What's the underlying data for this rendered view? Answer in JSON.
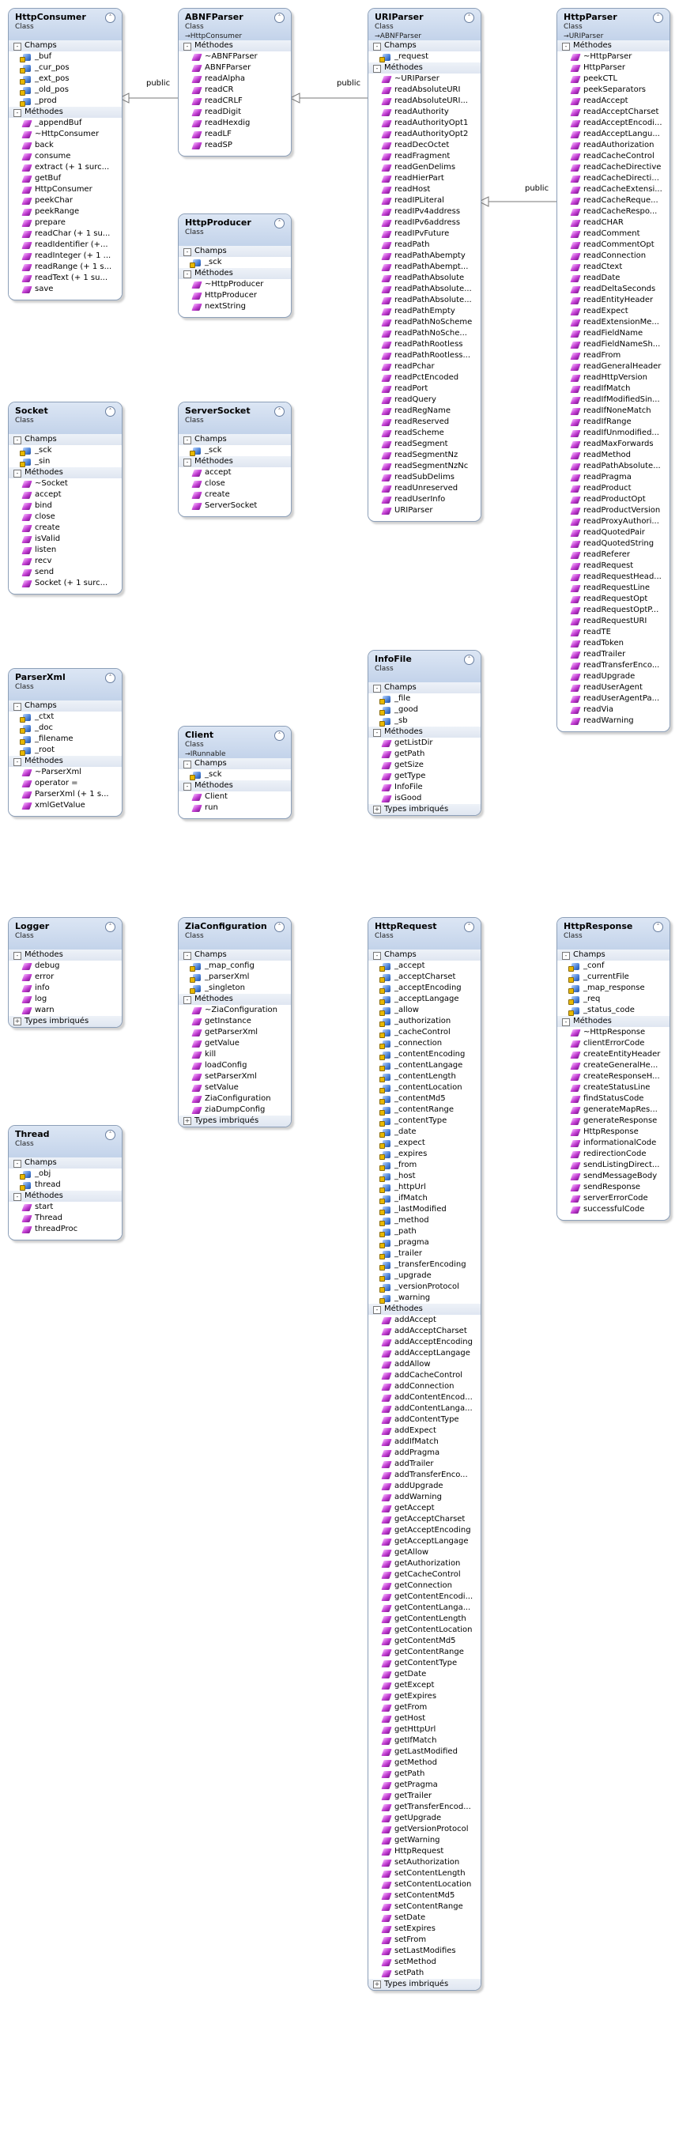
{
  "labels": {
    "stereotype": "Class",
    "fields": "Champs",
    "methods": "Méthodes",
    "nested": "Types imbriqués",
    "collapse": "˄",
    "expand": "-",
    "plus": "+"
  },
  "connectors": [
    {
      "label": "public"
    },
    {
      "label": "public"
    },
    {
      "label": "public"
    }
  ],
  "classes": [
    {
      "name": "HttpConsumer",
      "base": "",
      "fields": [
        "_buf",
        "_cur_pos",
        "_ext_pos",
        "_old_pos",
        "_prod"
      ],
      "methods": [
        "_appendBuf",
        "~HttpConsumer",
        "back",
        "consume",
        "extract (+ 1 surc...",
        "getBuf",
        "HttpConsumer",
        "peekChar",
        "peekRange",
        "prepare",
        "readChar (+ 1 su...",
        "readIdentifier (+...",
        "readInteger (+ 1 ...",
        "readRange (+ 1 s...",
        "readText (+ 1 su...",
        "save"
      ],
      "nested": false
    },
    {
      "name": "ABNFParser",
      "base": "HttpConsumer",
      "fields": [],
      "methods": [
        "~ABNFParser",
        "ABNFParser",
        "readAlpha",
        "readCR",
        "readCRLF",
        "readDigit",
        "readHexdig",
        "readLF",
        "readSP"
      ],
      "nested": false
    },
    {
      "name": "URIParser",
      "base": "ABNFParser",
      "fields": [
        "_request"
      ],
      "methods": [
        "~URIParser",
        "readAbsoluteURI",
        "readAbsoluteURI...",
        "readAuthority",
        "readAuthorityOpt1",
        "readAuthorityOpt2",
        "readDecOctet",
        "readFragment",
        "readGenDelims",
        "readHierPart",
        "readHost",
        "readIPLiteral",
        "readIPv4address",
        "readIPv6address",
        "readIPvFuture",
        "readPath",
        "readPathAbempty",
        "readPathAbempt...",
        "readPathAbsolute",
        "readPathAbsolute...",
        "readPathAbsolute...",
        "readPathEmpty",
        "readPathNoScheme",
        "readPathNoSche...",
        "readPathRootless",
        "readPathRootless...",
        "readPchar",
        "readPctEncoded",
        "readPort",
        "readQuery",
        "readRegName",
        "readReserved",
        "readScheme",
        "readSegment",
        "readSegmentNz",
        "readSegmentNzNc",
        "readSubDelims",
        "readUnreserved",
        "readUserInfo",
        "URIParser"
      ],
      "nested": false
    },
    {
      "name": "HttpParser",
      "base": "URIParser",
      "fields": [],
      "methods": [
        "~HttpParser",
        "HttpParser",
        "peekCTL",
        "peekSeparators",
        "readAccept",
        "readAcceptCharset",
        "readAcceptEncodi...",
        "readAcceptLangu...",
        "readAuthorization",
        "readCacheControl",
        "readCacheDirective",
        "readCacheDirecti...",
        "readCacheExtensi...",
        "readCacheReque...",
        "readCacheRespo...",
        "readCHAR",
        "readComment",
        "readCommentOpt",
        "readConnection",
        "readCtext",
        "readDate",
        "readDeltaSeconds",
        "readEntityHeader",
        "readExpect",
        "readExtensionMe...",
        "readFieldName",
        "readFieldNameSh...",
        "readFrom",
        "readGeneralHeader",
        "readHttpVersion",
        "readIfMatch",
        "readIfModifiedSin...",
        "readIfNoneMatch",
        "readIfRange",
        "readIfUnmodified...",
        "readMaxForwards",
        "readMethod",
        "readPathAbsolute...",
        "readPragma",
        "readProduct",
        "readProductOpt",
        "readProductVersion",
        "readProxyAuthori...",
        "readQuotedPair",
        "readQuotedString",
        "readReferer",
        "readRequest",
        "readRequestHead...",
        "readRequestLine",
        "readRequestOpt",
        "readRequestOptP...",
        "readRequestURI",
        "readTE",
        "readToken",
        "readTrailer",
        "readTransferEnco...",
        "readUpgrade",
        "readUserAgent",
        "readUserAgentPa...",
        "readVia",
        "readWarning"
      ],
      "nested": false
    },
    {
      "name": "HttpProducer",
      "base": "",
      "fields": [
        "_sck"
      ],
      "methods": [
        "~HttpProducer",
        "HttpProducer",
        "nextString"
      ],
      "nested": false
    },
    {
      "name": "Socket",
      "base": "",
      "fields": [
        "_sck",
        "_sin"
      ],
      "methods": [
        "~Socket",
        "accept",
        "bind",
        "close",
        "create",
        "isValid",
        "listen",
        "recv",
        "send",
        "Socket (+ 1 surc..."
      ],
      "nested": false
    },
    {
      "name": "ServerSocket",
      "base": "",
      "fields": [
        "_sck"
      ],
      "methods": [
        "accept",
        "close",
        "create",
        "ServerSocket"
      ],
      "nested": false
    },
    {
      "name": "ParserXml",
      "base": "",
      "fields": [
        "_ctxt",
        "_doc",
        "_filename",
        "_root"
      ],
      "methods": [
        "~ParserXml",
        "operator =",
        "ParserXml (+ 1 s...",
        "xmlGetValue"
      ],
      "nested": false
    },
    {
      "name": "Client",
      "base": "IRunnable",
      "fields": [
        "_sck"
      ],
      "methods": [
        "Client",
        "run"
      ],
      "nested": false
    },
    {
      "name": "InfoFile",
      "base": "",
      "fields": [
        "_file",
        "_good",
        "_sb"
      ],
      "methods": [
        "getListDir",
        "getPath",
        "getSize",
        "getType",
        "InfoFile",
        "isGood"
      ],
      "nested": true
    },
    {
      "name": "Logger",
      "base": "",
      "fields": [],
      "methods": [
        "debug",
        "error",
        "info",
        "log",
        "warn"
      ],
      "nested": true
    },
    {
      "name": "ZiaConfiguration",
      "base": "",
      "fields": [
        "_map_config",
        "_parserXml",
        "_singleton"
      ],
      "methods": [
        "~ZiaConfiguration",
        "getInstance",
        "getParserXml",
        "getValue",
        "kill",
        "loadConfig",
        "setParserXml",
        "setValue",
        "ZiaConfiguration",
        "ziaDumpConfig"
      ],
      "nested": true
    },
    {
      "name": "HttpRequest",
      "base": "",
      "fields": [
        "_accept",
        "_acceptCharset",
        "_acceptEncoding",
        "_acceptLangage",
        "_allow",
        "_authorization",
        "_cacheControl",
        "_connection",
        "_contentEncoding",
        "_contentLangage",
        "_contentLength",
        "_contentLocation",
        "_contentMd5",
        "_contentRange",
        "_contentType",
        "_date",
        "_expect",
        "_expires",
        "_from",
        "_host",
        "_httpUrl",
        "_ifMatch",
        "_lastModified",
        "_method",
        "_path",
        "_pragma",
        "_trailer",
        "_transferEncoding",
        "_upgrade",
        "_versionProtocol",
        "_warning"
      ],
      "methods": [
        "addAccept",
        "addAcceptCharset",
        "addAcceptEncoding",
        "addAcceptLangage",
        "addAllow",
        "addCacheControl",
        "addConnection",
        "addContentEncod...",
        "addContentLanga...",
        "addContentType",
        "addExpect",
        "addIfMatch",
        "addPragma",
        "addTrailer",
        "addTransferEnco...",
        "addUpgrade",
        "addWarning",
        "getAccept",
        "getAcceptCharset",
        "getAcceptEncoding",
        "getAcceptLangage",
        "getAllow",
        "getAuthorization",
        "getCacheControl",
        "getConnection",
        "getContentEncodi...",
        "getContentLanga...",
        "getContentLength",
        "getContentLocation",
        "getContentMd5",
        "getContentRange",
        "getContentType",
        "getDate",
        "getExcept",
        "getExpires",
        "getFrom",
        "getHost",
        "getHttpUrl",
        "getIfMatch",
        "getLastModified",
        "getMethod",
        "getPath",
        "getPragma",
        "getTrailer",
        "getTransferEncod...",
        "getUpgrade",
        "getVersionProtocol",
        "getWarning",
        "HttpRequest",
        "setAuthorization",
        "setContentLength",
        "setContentLocation",
        "setContentMd5",
        "setContentRange",
        "setDate",
        "setExpires",
        "setFrom",
        "setLastModifies",
        "setMethod",
        "setPath"
      ],
      "nested": true
    },
    {
      "name": "HttpResponse",
      "base": "",
      "fields": [
        "_conf",
        "_currentFile",
        "_map_response",
        "_req",
        "_status_code"
      ],
      "methods": [
        "~HttpResponse",
        "clientErrorCode",
        "createEntityHeader",
        "createGeneralHe...",
        "createResponseH...",
        "createStatusLine",
        "findStatusCode",
        "generateMapRes...",
        "generateResponse",
        "HttpResponse",
        "informationalCode",
        "redirectionCode",
        "sendListingDirect...",
        "sendMessageBody",
        "sendResponse",
        "serverErrorCode",
        "successfulCode"
      ],
      "nested": false
    },
    {
      "name": "Thread",
      "base": "",
      "fields": [
        "_obj",
        "thread"
      ],
      "methods": [
        "start",
        "Thread",
        "threadProc"
      ],
      "nested": false
    }
  ]
}
